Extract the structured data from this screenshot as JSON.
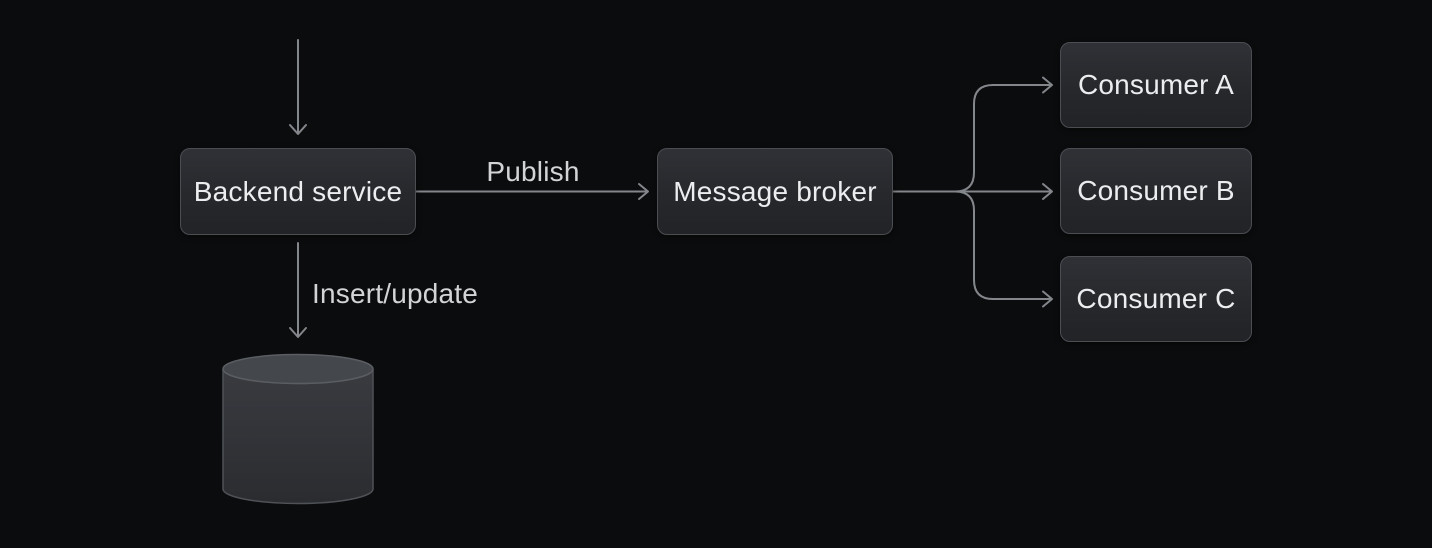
{
  "diagram": {
    "nodes": {
      "backend_service": {
        "label": "Backend service"
      },
      "message_broker": {
        "label": "Message broker"
      },
      "consumer_a": {
        "label": "Consumer A"
      },
      "consumer_b": {
        "label": "Consumer B"
      },
      "consumer_c": {
        "label": "Consumer C"
      },
      "database": {
        "label": "",
        "icon": "database-cylinder"
      }
    },
    "edges": [
      {
        "from": "offscreen-top",
        "to": "backend_service",
        "label": ""
      },
      {
        "from": "backend_service",
        "to": "message_broker",
        "label": "Publish"
      },
      {
        "from": "backend_service",
        "to": "database",
        "label": "Insert/update"
      },
      {
        "from": "message_broker",
        "to": "consumer_a",
        "label": ""
      },
      {
        "from": "message_broker",
        "to": "consumer_b",
        "label": ""
      },
      {
        "from": "message_broker",
        "to": "consumer_c",
        "label": ""
      }
    ],
    "colors": {
      "background": "#0b0c0d",
      "node_fill_top": "#2f3136",
      "node_fill_bottom": "#212327",
      "node_border": "#4a4d52",
      "node_text": "#ebedee",
      "connector_line": "#83868b",
      "edge_label_text": "#d3d4d6",
      "cylinder_top": "#44474c",
      "cylinder_body": "#34363b"
    }
  }
}
